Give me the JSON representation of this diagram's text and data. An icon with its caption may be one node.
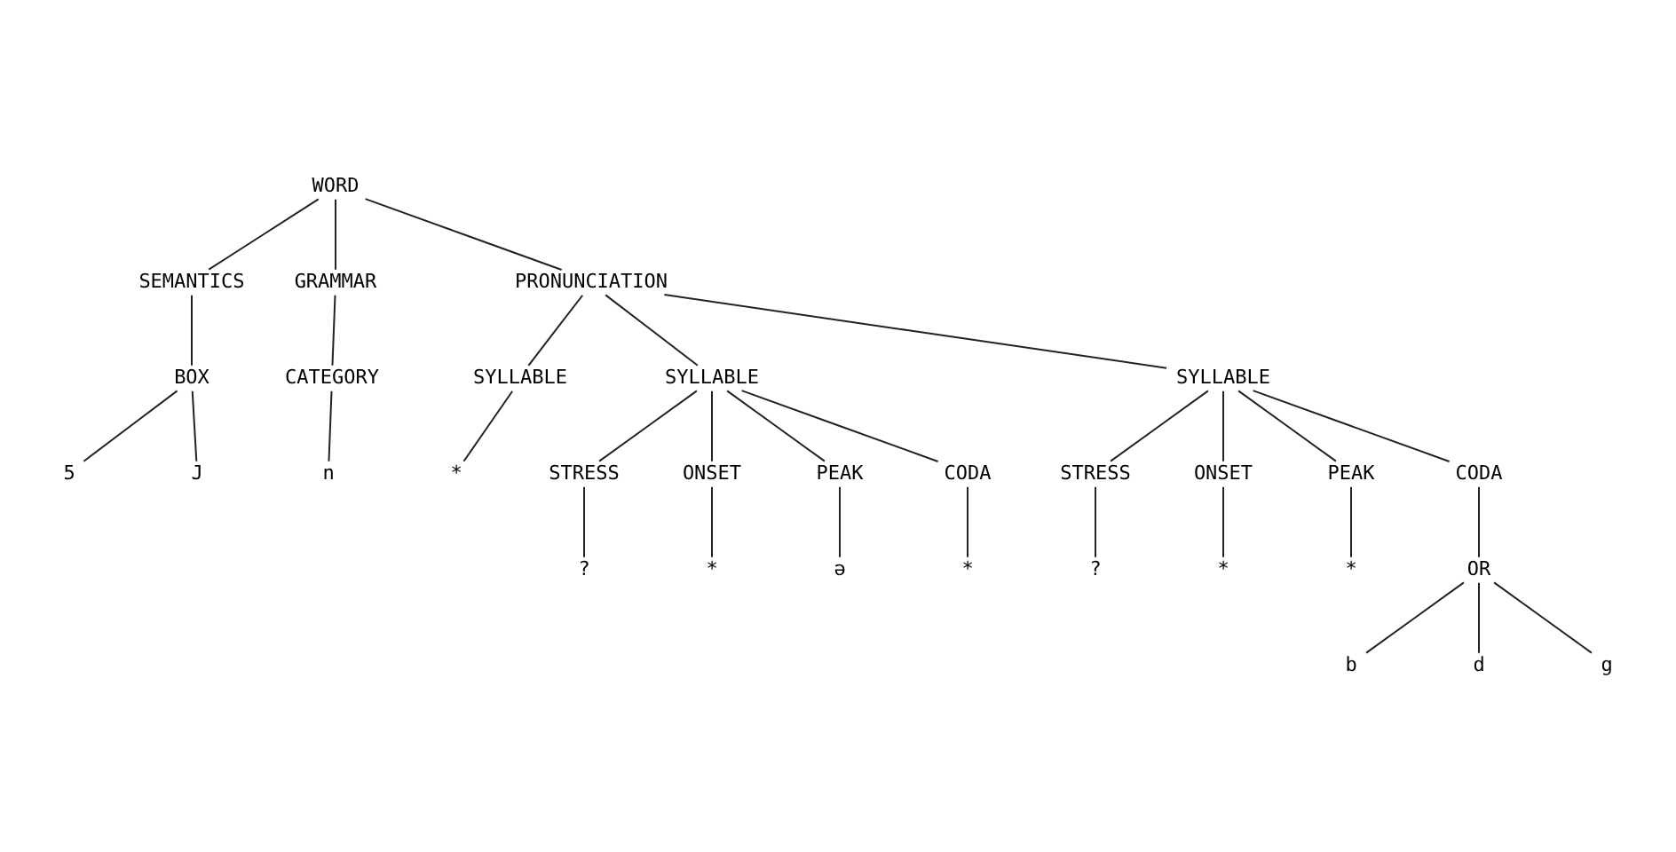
{
  "diagram": {
    "nodes": [
      {
        "text": [
          "WORD"
        ]
      },
      {
        "text": [
          "SEMANTICS"
        ]
      },
      {
        "text": [
          "GRAMMAR"
        ]
      },
      {
        "text": [
          "PRONUNCIATION"
        ]
      },
      {
        "text": [
          "BOX"
        ]
      },
      {
        "text": [
          "CATEGORY"
        ]
      },
      {
        "text": [
          "SYLLABLE"
        ]
      },
      {
        "text": [
          "SYLLABLE"
        ]
      },
      {
        "text": [
          "SYLLABLE"
        ]
      },
      {
        "text": [
          "5"
        ]
      },
      {
        "text": [
          "J"
        ]
      },
      {
        "text": [
          "n"
        ]
      },
      {
        "text": [
          "*"
        ]
      },
      {
        "text": [
          "STRESS"
        ]
      },
      {
        "text": [
          "ONSET"
        ]
      },
      {
        "text": [
          "PEAK"
        ]
      },
      {
        "text": [
          "CODA"
        ]
      },
      {
        "text": [
          "STRESS"
        ]
      },
      {
        "text": [
          "ONSET"
        ]
      },
      {
        "text": [
          "PEAK"
        ]
      },
      {
        "text": [
          "CODA"
        ]
      },
      {
        "text": [
          "?"
        ]
      },
      {
        "text": [
          "*"
        ]
      },
      {
        "text": [
          "ə"
        ]
      },
      {
        "text": [
          "*"
        ]
      },
      {
        "text": [
          "?"
        ]
      },
      {
        "text": [
          "*"
        ]
      },
      {
        "text": [
          "*"
        ]
      },
      {
        "text": [
          "OR"
        ]
      },
      {
        "text": [
          "b"
        ]
      },
      {
        "text": [
          "d"
        ]
      },
      {
        "text": [
          "g"
        ]
      }
    ],
    "edges": [
      {
        "from": 0,
        "to": 1,
        "arrow": "none"
      },
      {
        "from": 0,
        "to": 2,
        "arrow": "none"
      },
      {
        "from": 0,
        "to": 3,
        "arrow": "none"
      },
      {
        "from": 1,
        "to": 4,
        "arrow": "none"
      },
      {
        "from": 2,
        "to": 5,
        "arrow": "none"
      },
      {
        "from": 3,
        "to": 6,
        "arrow": "none"
      },
      {
        "from": 3,
        "to": 7,
        "arrow": "none"
      },
      {
        "from": 3,
        "to": 8,
        "arrow": "none"
      },
      {
        "from": 4,
        "to": 9,
        "arrow": "none"
      },
      {
        "from": 4,
        "to": 10,
        "arrow": "none"
      },
      {
        "from": 5,
        "to": 11,
        "arrow": "none"
      },
      {
        "from": 6,
        "to": 12,
        "arrow": "none"
      },
      {
        "from": 7,
        "to": 13,
        "arrow": "none"
      },
      {
        "from": 7,
        "to": 14,
        "arrow": "none"
      },
      {
        "from": 7,
        "to": 15,
        "arrow": "none"
      },
      {
        "from": 7,
        "to": 16,
        "arrow": "none"
      },
      {
        "from": 8,
        "to": 17,
        "arrow": "none"
      },
      {
        "from": 8,
        "to": 18,
        "arrow": "none"
      },
      {
        "from": 8,
        "to": 19,
        "arrow": "none"
      },
      {
        "from": 8,
        "to": 20,
        "arrow": "none"
      },
      {
        "from": 13,
        "to": 21,
        "arrow": "none"
      },
      {
        "from": 14,
        "to": 22,
        "arrow": "none"
      },
      {
        "from": 15,
        "to": 23,
        "arrow": "none"
      },
      {
        "from": 16,
        "to": 24,
        "arrow": "none"
      },
      {
        "from": 17,
        "to": 25,
        "arrow": "none"
      },
      {
        "from": 18,
        "to": 26,
        "arrow": "none"
      },
      {
        "from": 19,
        "to": 27,
        "arrow": "none"
      },
      {
        "from": 20,
        "to": 28,
        "arrow": "none"
      },
      {
        "from": 28,
        "to": 29,
        "arrow": "none"
      },
      {
        "from": 28,
        "to": 30,
        "arrow": "none"
      },
      {
        "from": 28,
        "to": 31,
        "arrow": "none"
      }
    ]
  }
}
